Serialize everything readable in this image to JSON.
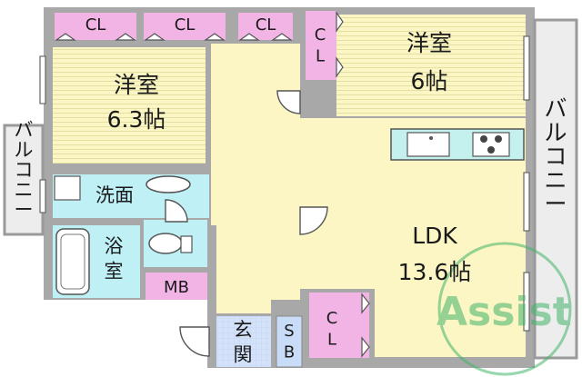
{
  "labels": {
    "cl_1": "CL",
    "cl_2": "CL",
    "cl_3": "CL",
    "cl_side": "C\nL",
    "cl_bottom": "C\nL",
    "western_room_left": "洋室",
    "western_room_left_size": "6.3帖",
    "western_room_right": "洋室",
    "western_room_right_size": "6帖",
    "balcony_left": "バルコニー",
    "balcony_right": "バルコニー",
    "washroom": "洗面",
    "bathroom": "浴\n室",
    "mb": "MB",
    "ldk": "LDK",
    "ldk_size": "13.6帖",
    "entrance": "玄\n関",
    "sb": "S\nB"
  },
  "watermark": "Assist",
  "colors": {
    "wall": "#a8a8a8",
    "room_floor": "#fbf6c4",
    "room_line": "#e7e2a8",
    "closet": "#f2b4e4",
    "wet_area": "#bff0f6",
    "entrance": "#c9dcf7",
    "kitchen": "#c4f0ee",
    "balcony": "#ececec",
    "watermark": "#43b46a"
  }
}
